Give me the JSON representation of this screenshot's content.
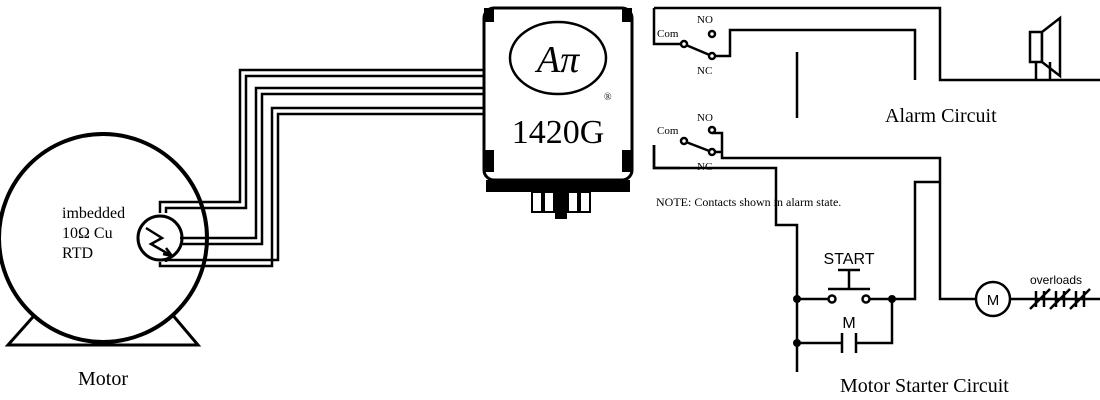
{
  "motor": {
    "rtd_label_line1": "imbedded",
    "rtd_label_line2": "10Ω Cu",
    "rtd_label_line3": "RTD",
    "caption": "Motor"
  },
  "relay": {
    "logo_letters": "Aπ",
    "trademark": "®",
    "model": "1420G"
  },
  "alarm_contacts": {
    "com_label": "Com",
    "no_label": "NO",
    "nc_label": "NC"
  },
  "starter_contacts": {
    "com_label": "Com",
    "no_label": "NO",
    "nc_label": "NC"
  },
  "alarm_circuit_label": "Alarm Circuit",
  "note": "NOTE: Contacts shown in alarm state.",
  "starter": {
    "start_label": "START",
    "hold_contact_label": "M",
    "motor_coil_label": "M",
    "overloads_label": "overloads",
    "caption": "Motor Starter Circuit"
  },
  "colors": {
    "line": "#000000",
    "background": "#ffffff",
    "relay_body": "#ffffff"
  }
}
